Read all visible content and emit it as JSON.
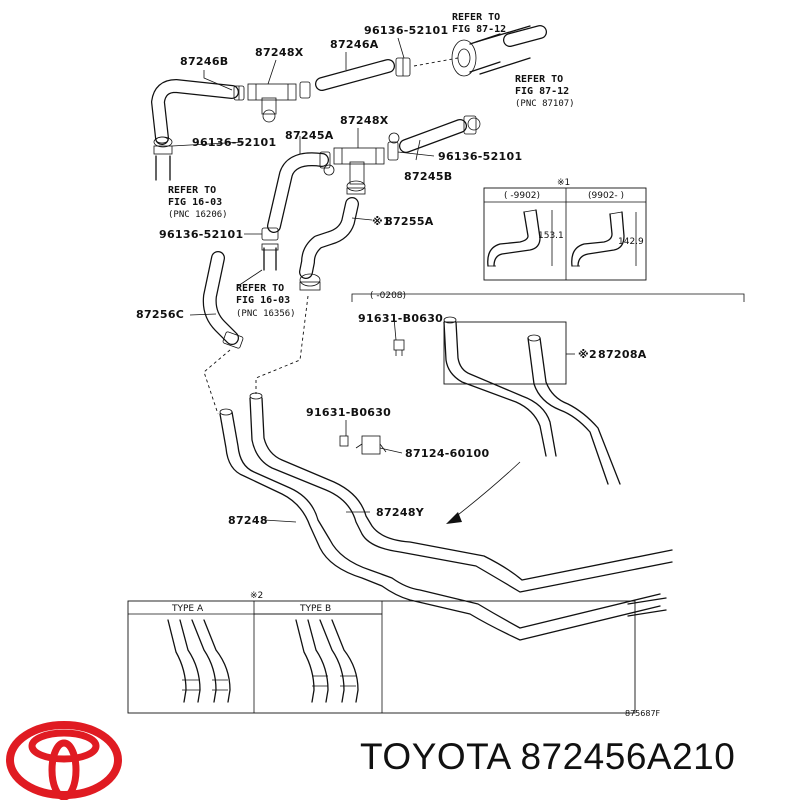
{
  "colors": {
    "brand_red": "#e01b22",
    "line": "#111111",
    "background": "#ffffff"
  },
  "icons": {
    "logo": "toyota-emblem-icon"
  },
  "labels": {
    "p87246b": "87246B",
    "p87248x_top": "87248X",
    "p87246a": "87246A",
    "p96136_top": "96136-52101",
    "p96136_left": "96136-52101",
    "p87245a": "87245A",
    "p87248x_mid": "87248X",
    "p96136_right": "96136-52101",
    "p87245b": "87245B",
    "p87255a": "87255A",
    "p96136_left2": "96136-52101",
    "p87256c": "87256C",
    "p91631_top": "91631-B0630",
    "p87208a": "87208A",
    "p91631_mid": "91631-B0630",
    "p87124": "87124-60100",
    "p87248": "87248",
    "p87248y": "87248Y"
  },
  "refs": {
    "top_right_1": {
      "line1": "REFER TO",
      "line2": "FIG 87-12"
    },
    "top_right_2": {
      "line1": "REFER TO",
      "line2": "FIG 87-12",
      "line3": "(PNC 87107)"
    },
    "left": {
      "line1": "REFER TO",
      "line2": "FIG 16-03",
      "line3": "(PNC 16206)"
    },
    "center": {
      "line1": "REFER TO",
      "line2": "FIG 16-03",
      "line3": "(PNC 16356)"
    }
  },
  "marks": {
    "note1": "※1",
    "note2": "※2"
  },
  "inset_top": {
    "note": "※1",
    "col1_header": "( -9902)",
    "col2_header": "(9902- )",
    "dim1": "153.1",
    "dim2": "142.9"
  },
  "range_label": "( -0208)",
  "inset_bottom": {
    "note": "※2",
    "type_a": "TYPE A",
    "type_b": "TYPE B"
  },
  "drawing_code": "875687F",
  "footer": {
    "text": "TOYOTA 872456A210"
  }
}
